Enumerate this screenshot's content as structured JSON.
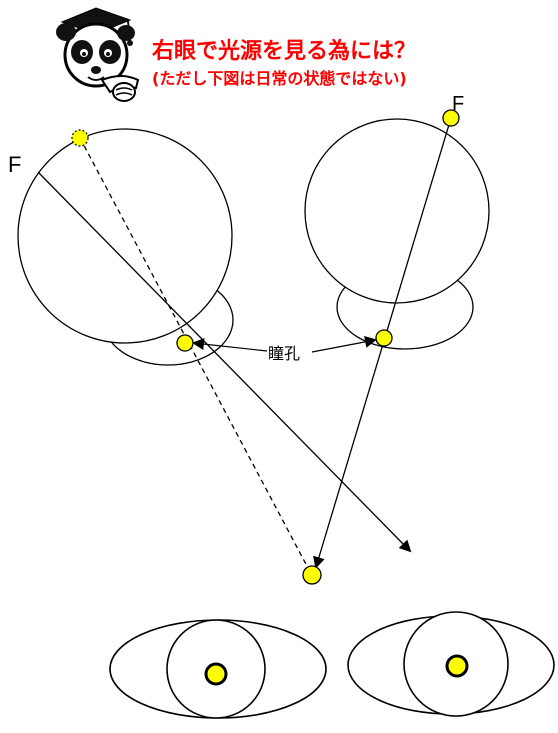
{
  "header": {
    "title": "右眼で光源を見る為には？",
    "subtitle": "(ただし下図は日常の状態ではない)"
  },
  "labels": {
    "focus_left": "F",
    "focus_right": "F",
    "pupil": "瞳孔"
  },
  "colors": {
    "light_source": "#ffff00",
    "light_outline": "#000000",
    "title": "#ff0000",
    "stroke": "#000000"
  },
  "icons": {
    "mascot": "panda-graduate-icon"
  }
}
